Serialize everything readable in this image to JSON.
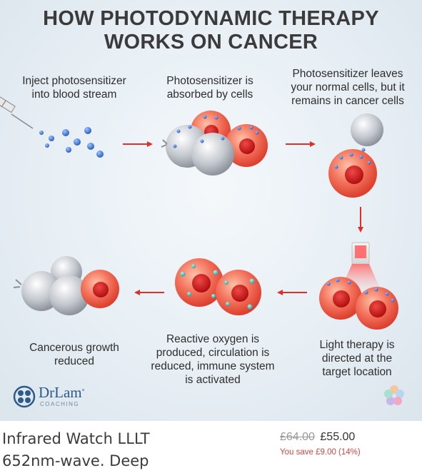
{
  "infographic": {
    "title_lines": [
      "HOW PHOTODYNAMIC THERAPY",
      "WORKS ON CANCER"
    ],
    "steps": [
      {
        "lines": [
          "Inject photosensitizer",
          "into blood stream"
        ]
      },
      {
        "lines": [
          "Photosensitizer is",
          "absorbed by cells"
        ]
      },
      {
        "lines": [
          "Photosensitizer leaves",
          "your normal cells, but it",
          "remains in cancer cells"
        ]
      },
      {
        "lines": [
          "Light therapy is",
          "directed at the",
          "target location"
        ]
      },
      {
        "lines": [
          "Reactive oxygen is",
          "produced, circulation is",
          "reduced, immune system",
          "is activated"
        ]
      },
      {
        "lines": [
          "Cancerous growth",
          "reduced"
        ]
      }
    ],
    "logo": {
      "name": "DrLam",
      "mark": "°",
      "sub": "COACHING"
    },
    "colors": {
      "cancer_cell": "#f0604a",
      "nucleus": "#d41f1f",
      "normal_cell": "#c9ccd1",
      "arrow": "#d9322b",
      "drug": "#4f7fd6",
      "title": "#3b3b3b"
    }
  },
  "product": {
    "name_lines": [
      "Infrared Watch LLLT",
      "652nm-wave. Deep"
    ],
    "old_price": "£64.00",
    "new_price": "£55.00",
    "savings": "You save £9.00 (14%)"
  }
}
